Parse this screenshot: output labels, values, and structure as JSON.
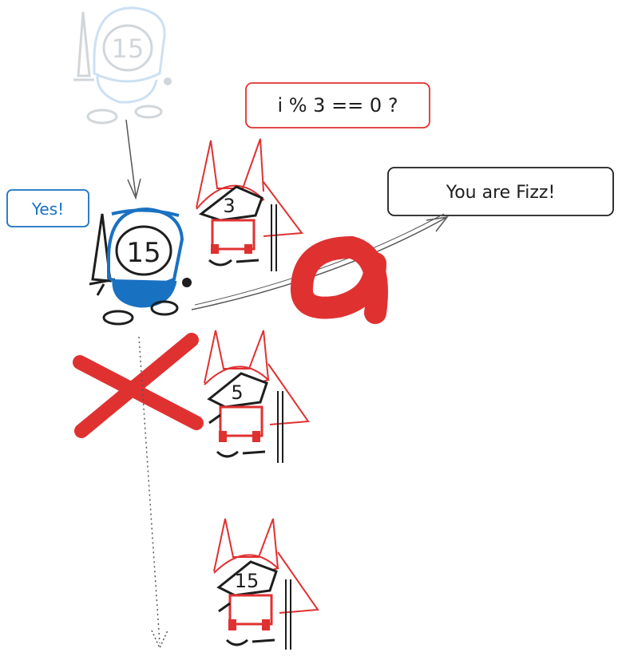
{
  "colors": {
    "blue": "#1971c2",
    "blue_faded": "#a5c8ea",
    "grey_faded": "#adb5bd",
    "red": "#e03131",
    "ink": "#1e1e1e"
  },
  "labels": {
    "knight_number": "15",
    "question": "i % 3 == 0 ?",
    "answer_yes": "Yes!",
    "result": "You are Fizz!",
    "enemy_1_number": "3",
    "enemy_2_number": "5",
    "enemy_3_number": "15"
  },
  "icons": {
    "red_x": "cross-mark-icon",
    "red_loop": "scribble-icon"
  }
}
